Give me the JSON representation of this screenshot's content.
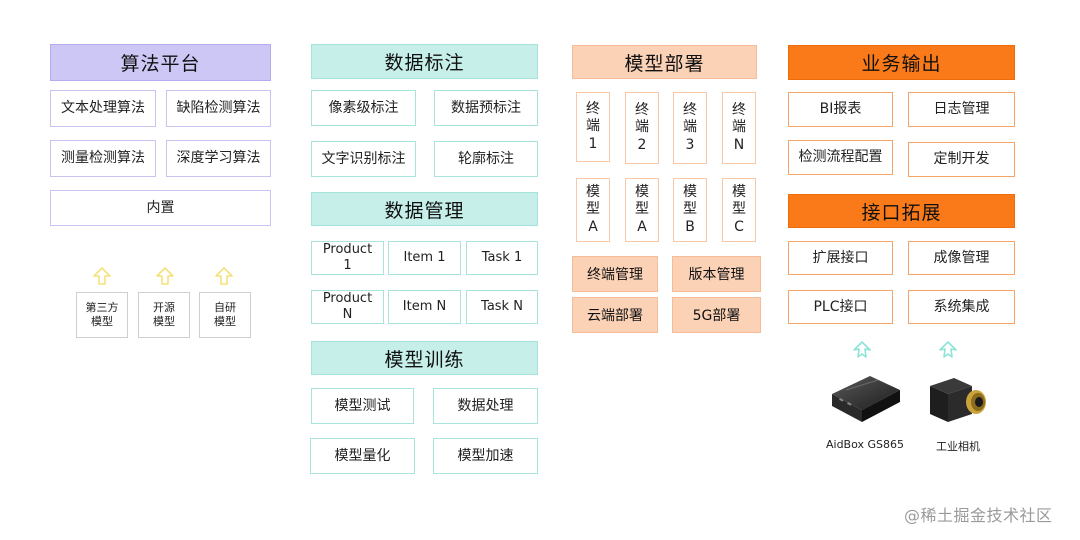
{
  "algorithm_platform": {
    "title": "算法平台",
    "items": [
      "文本处理算法",
      "缺陷检测算法",
      "测量检测算法",
      "深度学习算法"
    ],
    "builtin": "内置",
    "sources": [
      "第三方\n模型",
      "开源\n模型",
      "自研\n模型"
    ]
  },
  "data_labeling": {
    "title": "数据标注",
    "items": [
      "像素级标注",
      "数据预标注",
      "文字识别标注",
      "轮廓标注"
    ]
  },
  "data_management": {
    "title": "数据管理",
    "rows": [
      [
        "Product\n1",
        "Item 1",
        "Task 1"
      ],
      [
        "Product\nN",
        "Item N",
        "Task N"
      ]
    ]
  },
  "model_training": {
    "title": "模型训练",
    "items": [
      "模型测试",
      "数据处理",
      "模型量化",
      "模型加速"
    ]
  },
  "model_deployment": {
    "title": "模型部署",
    "terminals": [
      "终\n端\n1",
      "终\n端\n2",
      "终\n端\n3",
      "终\n端\nN"
    ],
    "models": [
      "模\n型\nA",
      "模\n型\nA",
      "模\n型\nB",
      "模\n型\nC"
    ],
    "functions": [
      "终端管理",
      "版本管理",
      "云端部署",
      "5G部署"
    ]
  },
  "business_output": {
    "title": "业务输出",
    "items": [
      "BI报表",
      "日志管理",
      "检测流程配置",
      "定制开发"
    ]
  },
  "interface_extension": {
    "title": "接口拓展",
    "items": [
      "扩展接口",
      "成像管理",
      "PLC接口",
      "系统集成"
    ]
  },
  "devices": [
    {
      "caption": "AidBox GS865",
      "icon": "aidbox-device-icon"
    },
    {
      "caption": "工业相机",
      "icon": "industrial-camera-icon"
    }
  ],
  "colors": {
    "purple_header": "#cdc7f5",
    "teal_header": "#c6efea",
    "peach_header": "#fbd2b6",
    "orange_header": "#fa7a19",
    "arrow_yellow": "#f3e27a",
    "arrow_teal": "#8ee4d6"
  },
  "watermark": "@稀土掘金技术社区"
}
